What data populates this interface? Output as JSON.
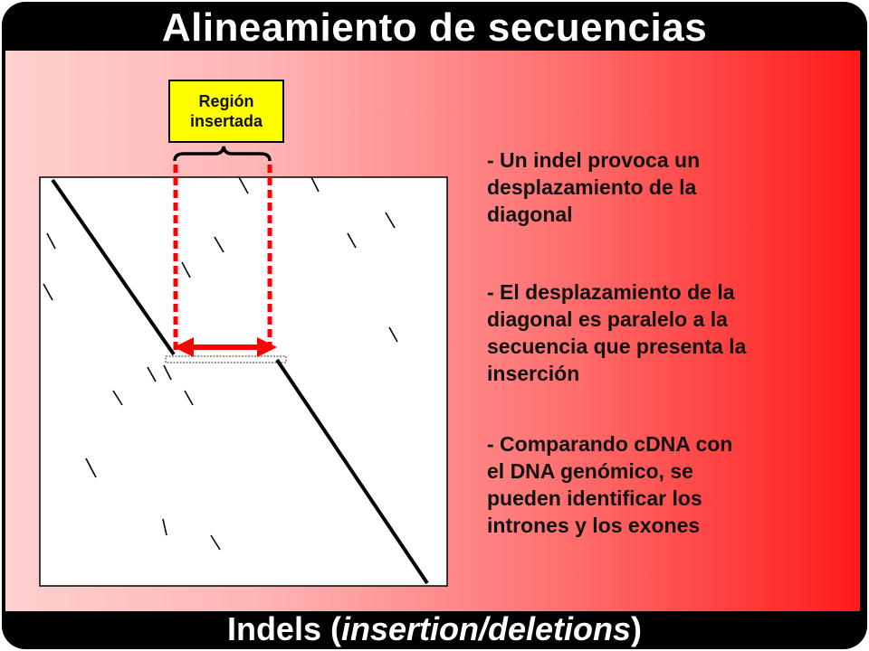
{
  "title": "Alineamiento de secuencias",
  "footer": {
    "prefix": "Indels (",
    "italic": "insertion/deletions",
    "suffix": ")"
  },
  "inserted_region_label": "Región\ninsertada",
  "bullets": [
    "- Un indel provoca un\ndesplazamiento de la\ndiagonal",
    "- El desplazamiento de la\ndiagonal es paralelo a la\nsecuencia que presenta la\ninserción",
    "- Comparando cDNA con\nel DNA genómico, se\npueden identificar los\nintrones y los exones"
  ],
  "colors": {
    "frame": "#000000",
    "title_text": "#ffffff",
    "label_bg": "#ffff00",
    "marker_red": "#ff0000",
    "background_gradient": [
      "#ffd0d0",
      "#ff1a1a"
    ]
  }
}
